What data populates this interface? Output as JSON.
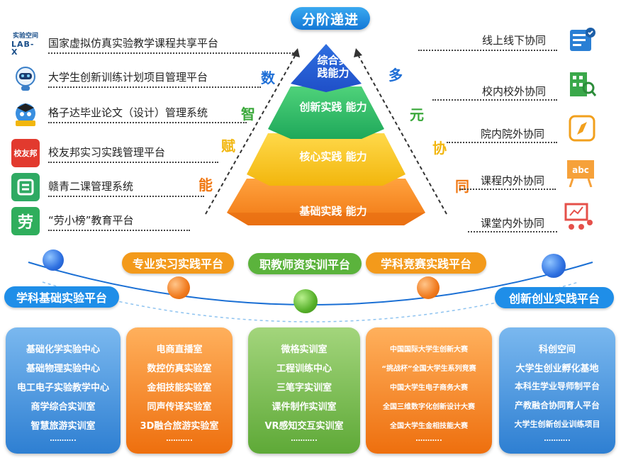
{
  "title": "分阶递进",
  "left_label_chars": [
    "数",
    "智",
    "赋",
    "能"
  ],
  "right_label_chars": [
    "多",
    "元",
    "协",
    "同"
  ],
  "pyramid": {
    "top": [
      "综合实",
      "践能力"
    ],
    "levels": [
      {
        "left": "创新实践",
        "right": "能力"
      },
      {
        "left": "核心实践",
        "right": "能力"
      },
      {
        "left": "基础实践",
        "right": "能力"
      }
    ]
  },
  "left_platforms": [
    {
      "icon": "lab-x-logo",
      "icon_text": "实验空间\nLAB-X",
      "label": "国家虚拟仿真实验教学课程共享平台"
    },
    {
      "icon": "robot-mascot-icon",
      "icon_text": "",
      "label": "大学生创新训练计划项目管理平台"
    },
    {
      "icon": "gezida-logo",
      "icon_text": "",
      "label": "格子达毕业论文（设计）管理系统"
    },
    {
      "icon": "xiaoyoubang-logo",
      "icon_text": "校友邦",
      "label": "校友邦实习实践管理平台"
    },
    {
      "icon": "ganqing-logo",
      "icon_text": "",
      "label": "赣青二课管理系统"
    },
    {
      "icon": "laoxiaobang-logo",
      "icon_text": "劳",
      "label": "“劳小榜”教育平台"
    }
  ],
  "right_coops": [
    {
      "icon": "certificate-icon",
      "label": "线上线下协同"
    },
    {
      "icon": "building-search-icon",
      "label": "校内校外协同"
    },
    {
      "icon": "compass-icon",
      "label": "院内院外协同"
    },
    {
      "icon": "abc-board-icon",
      "label": "课程内外协同"
    },
    {
      "icon": "classroom-chart-icon",
      "label": "课堂内外协同"
    }
  ],
  "platforms": [
    {
      "label": "学科基础实验平台",
      "color": "#1f8ee8"
    },
    {
      "label": "专业实习实践平台",
      "color": "#f39a1b"
    },
    {
      "label": "职教师资实训平台",
      "color": "#5bb33c"
    },
    {
      "label": "学科竞赛实践平台",
      "color": "#f39a1b"
    },
    {
      "label": "创新创业实践平台",
      "color": "#1f8ee8"
    }
  ],
  "cards": [
    {
      "color": "#2e8ad6",
      "items": [
        "基础化学实验中心",
        "基础物理实验中心",
        "电工电子实验教学中心",
        "商学综合实训室",
        "智慧旅游实训室",
        "……….."
      ]
    },
    {
      "color": "#f08a1c",
      "items": [
        "电商直播室",
        "数控仿真实验室",
        "金相技能实验室",
        "同声传译实验室",
        "3D融合旅游实验室",
        "……….."
      ]
    },
    {
      "color": "#6aae45",
      "items": [
        "微格实训室",
        "工程训练中心",
        "三笔字实训室",
        "课件制作实训室",
        "VR感知交互实训室",
        "……….."
      ]
    },
    {
      "color": "#f08a1c",
      "items": [
        "中国国际大学生创新大赛",
        "“挑战杯”全国大学生系列竞赛",
        "中国大学生电子商务大赛",
        "全国三维数字化创新设计大赛",
        "全国大学生金相技能大赛",
        "……….."
      ]
    },
    {
      "color": "#2e8ad6",
      "items": [
        "科创空间",
        "大学生创业孵化基地",
        "本科生学业导师制平台",
        "产教融合协同育人平台",
        "大学生创新创业训练项目",
        "……….."
      ]
    }
  ]
}
